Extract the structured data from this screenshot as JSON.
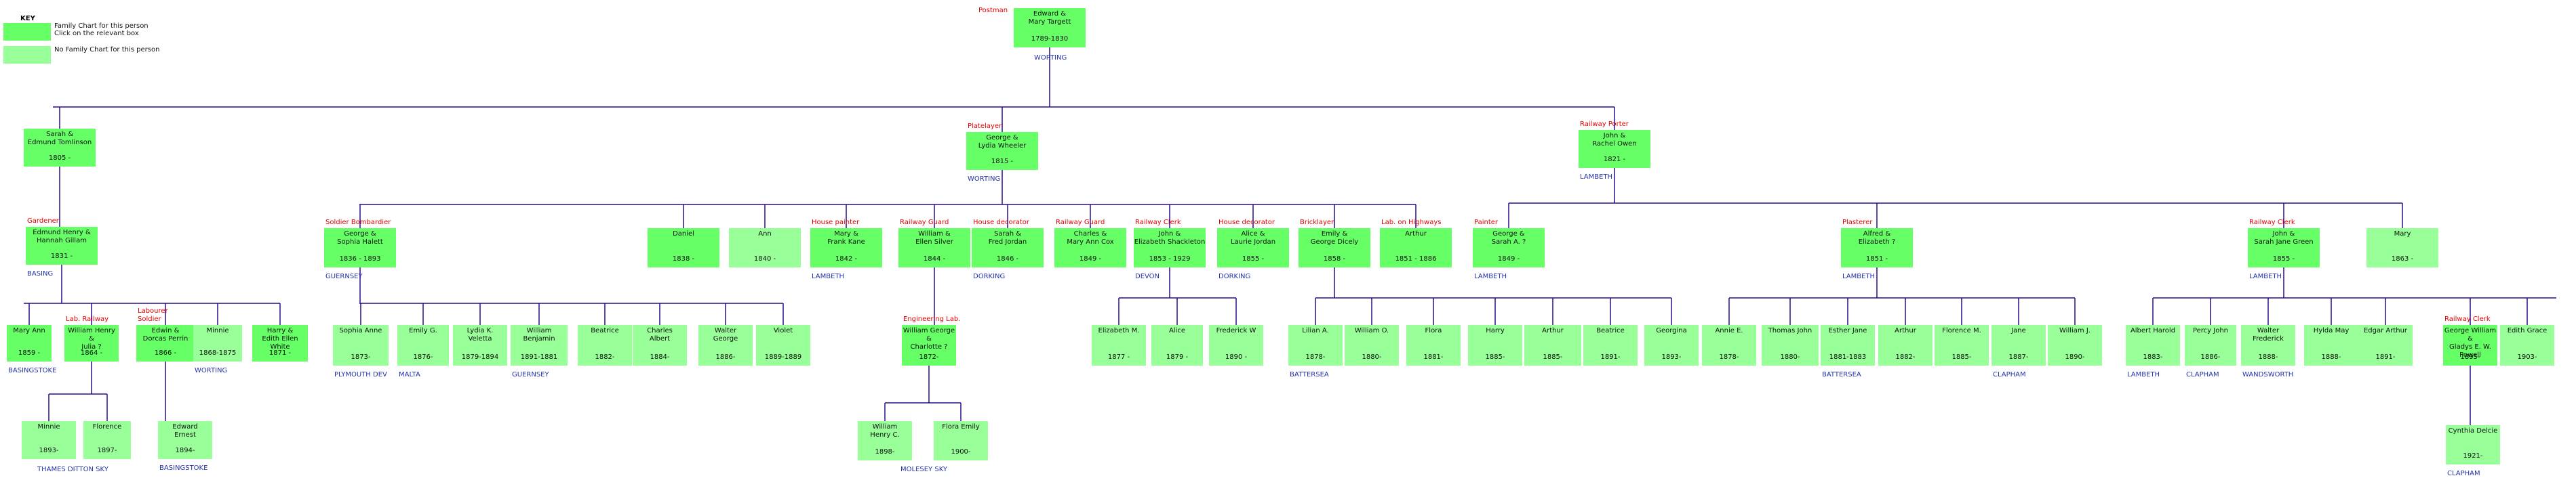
{
  "key": {
    "title": "KEY",
    "family_label": "Family Chart for this person\n  Click on the relevant box",
    "nofamily_label": "No Family Chart for this person",
    "family_color": "#66ff66",
    "nofamily_color": "#99ff99"
  },
  "colors": {
    "line": "#2a0a8a",
    "occupation": "#e60000",
    "place": "#2233aa"
  },
  "people": {
    "root": {
      "name": "Edward &\nMary Targett",
      "dates": "1789-1830",
      "family": true,
      "occupation": "Postman",
      "place": "WORTING"
    },
    "sarah": {
      "name": "Sarah &\nEdmund Tomlinson",
      "dates": "1805 -",
      "family": true
    },
    "george": {
      "name": "George &\nLydia Wheeler",
      "dates": "1815 -",
      "family": true,
      "occupation": "Platelayer",
      "place": "WORTING"
    },
    "johnr": {
      "name": "John &\nRachel Owen",
      "dates": "1821 -",
      "family": true,
      "occupation": "Railway Porter",
      "place": "LAMBETH"
    },
    "edmundh": {
      "name": "Edmund Henry &\nHannah Gillam",
      "dates": "1831 -",
      "family": true,
      "occupation": "Gardener",
      "place": "BASING"
    },
    "marya": {
      "name": "Mary Ann",
      "dates": "1859 -",
      "family": true,
      "place": "BASINGSTOKE"
    },
    "whj": {
      "name": "William Henry &\nJulia ?",
      "dates": "1864 -",
      "family": true,
      "occupation": "Lab. Railway"
    },
    "edwin": {
      "name": "Edwin &\nDorcas Perrin",
      "dates": "1866 -",
      "family": true,
      "occupation": "Labourer\nSoldier"
    },
    "minnie1": {
      "name": "Minnie",
      "dates": "1868-1875",
      "family": false,
      "place": "WORTING"
    },
    "harry1": {
      "name": "Harry &\nEdith Ellen White",
      "dates": "1871 -",
      "family": true
    },
    "minnie2": {
      "name": "Minnie",
      "dates": "1893-",
      "family": false
    },
    "florence1": {
      "name": "Florence",
      "dates": "1897-",
      "family": false
    },
    "tdsky": {
      "place": "THAMES DITTON SKY"
    },
    "edwarde": {
      "name": "Edward\nErnest",
      "dates": "1894-",
      "family": false,
      "place": "BASINGSTOKE"
    },
    "georges": {
      "name": "George &\nSophia Halett",
      "dates": "1836 - 1893",
      "family": true,
      "occupation": "Soldier Bombardier",
      "place": "GUERNSEY"
    },
    "daniel": {
      "name": "Daniel",
      "dates": "1838 -",
      "family": true
    },
    "ann": {
      "name": "Ann",
      "dates": "1840 -",
      "family": false
    },
    "maryf": {
      "name": "Mary &\nFrank Kane",
      "dates": "1842 -",
      "family": true,
      "occupation": "House painter",
      "place": "LAMBETH"
    },
    "william": {
      "name": "William &\nEllen Silver",
      "dates": "1844 -",
      "family": true,
      "occupation": "Railway Guard"
    },
    "sarahf": {
      "name": "Sarah &\nFred Jordan",
      "dates": "1846 -",
      "family": true,
      "occupation": "House decorator",
      "place": "DORKING"
    },
    "charles": {
      "name": "Charles &\nMary Ann Cox",
      "dates": "1849 -",
      "family": true,
      "occupation": "Railway Guard"
    },
    "johne": {
      "name": "John &\nElizabeth Shackleton",
      "dates": "1853 - 1929",
      "family": true,
      "occupation": "Railway Clerk",
      "place": "DEVON"
    },
    "alice": {
      "name": "Alice &\nLaurie Jordan",
      "dates": "1855 -",
      "family": true,
      "occupation": "House decorator",
      "place": "DORKING"
    },
    "emily": {
      "name": "Emily &\nGeorge Dicely",
      "dates": "1858 -",
      "family": true,
      "occupation": "Bricklayer"
    },
    "arthur1": {
      "name": "Arthur",
      "dates": "1851 - 1886",
      "family": true,
      "occupation": "Lab. on Highways"
    },
    "sophia": {
      "name": "Sophia Anne",
      "dates": "1873-",
      "family": false,
      "place": "PLYMOUTH DEV"
    },
    "emilyg": {
      "name": "Emily G.",
      "dates": "1876-",
      "family": false,
      "place": "MALTA"
    },
    "lydia": {
      "name": "Lydia K.\nVeletta",
      "dates": "1879-1894",
      "family": false
    },
    "wbenj": {
      "name": "William\nBenjamin",
      "dates": "1891-1881",
      "family": false,
      "place": "GUERNSEY"
    },
    "beatrice1": {
      "name": "Beatrice",
      "dates": "1882-",
      "family": false
    },
    "charlesa": {
      "name": "Charles\nAlbert",
      "dates": "1884-",
      "family": false
    },
    "walterg": {
      "name": "Walter\nGeorge",
      "dates": "1886-",
      "family": false
    },
    "violet": {
      "name": "Violet",
      "dates": "1889-1889",
      "family": false
    },
    "wgeorge": {
      "name": "William George &\nCharlotte ?",
      "dates": "1872-",
      "family": true,
      "occupation": "Engineering Lab."
    },
    "williamh": {
      "name": "William\nHenry C.",
      "dates": "1898-",
      "family": false
    },
    "floraem": {
      "name": "Flora Emily",
      "dates": "1900-",
      "family": false
    },
    "moleskysky": {
      "place": "MOLESEY SKY"
    },
    "elizm": {
      "name": "Elizabeth M.",
      "dates": "1877 -",
      "family": false
    },
    "alice2": {
      "name": "Alice",
      "dates": "1879 -",
      "family": false
    },
    "frederickw": {
      "name": "Frederick W",
      "dates": "1890 -",
      "family": false
    },
    "lilian": {
      "name": "Lilian A.",
      "dates": "1878-",
      "family": false,
      "place": "BATTERSEA"
    },
    "williamo": {
      "name": "William O.",
      "dates": "1880-",
      "family": false
    },
    "flora": {
      "name": "Flora",
      "dates": "1881-",
      "family": false
    },
    "harry2": {
      "name": "Harry",
      "dates": "1885-",
      "family": false
    },
    "arthur2": {
      "name": "Arthur",
      "dates": "1885-",
      "family": false
    },
    "beatrice2": {
      "name": "Beatrice",
      "dates": "1891-",
      "family": false
    },
    "georgina": {
      "name": "Georgina",
      "dates": "1893-",
      "family": false
    },
    "georgesa": {
      "name": "George &\nSarah A. ?",
      "dates": "1849 -",
      "family": true,
      "occupation": "Painter",
      "place": "LAMBETH"
    },
    "alfred": {
      "name": "Alfred &\nElizabeth ?",
      "dates": "1851 -",
      "family": true,
      "occupation": "Plasterer",
      "place": "LAMBETH"
    },
    "johnsj": {
      "name": "John &\nSarah Jane Green",
      "dates": "1855 -",
      "family": true,
      "occupation": "Railway Clerk",
      "place": "LAMBETH"
    },
    "mary3": {
      "name": "Mary",
      "dates": "1863 -",
      "family": false
    },
    "annie": {
      "name": "Annie E.",
      "dates": "1878-",
      "family": false
    },
    "thomasj": {
      "name": "Thomas John",
      "dates": "1880-",
      "family": false
    },
    "estherj": {
      "name": "Esther Jane",
      "dates": "1881-1883",
      "family": false,
      "place": "BATTERSEA"
    },
    "arthur3": {
      "name": "Arthur",
      "dates": "1882-",
      "family": false
    },
    "florencem": {
      "name": "Florence M.",
      "dates": "1885-",
      "family": false
    },
    "jane": {
      "name": "Jane",
      "dates": "1887-",
      "family": false,
      "place": "CLAPHAM"
    },
    "williamj": {
      "name": "William J.",
      "dates": "1890-",
      "family": false
    },
    "alberth": {
      "name": "Albert Harold",
      "dates": "1883-",
      "family": false,
      "place": "LAMBETH"
    },
    "percyj": {
      "name": "Percy John",
      "dates": "1886-",
      "family": false,
      "place": "CLAPHAM"
    },
    "walterf": {
      "name": "Walter\nFrederick",
      "dates": "1888-",
      "family": false,
      "place": "WANDSWORTH"
    },
    "hylda": {
      "name": "Hylda May",
      "dates": "1888-",
      "family": false
    },
    "edgar": {
      "name": "Edgar Arthur",
      "dates": "1891-",
      "family": false
    },
    "gwilliam": {
      "name": "George William &\nGladys E. W. Powell",
      "dates": "1895-",
      "family": true,
      "occupation": "Railway Clerk"
    },
    "edithg": {
      "name": "Edith Grace",
      "dates": "1903-",
      "family": false
    },
    "cynthia": {
      "name": "Cynthia Delcie",
      "dates": "1921-",
      "family": false,
      "place": "CLAPHAM"
    }
  }
}
